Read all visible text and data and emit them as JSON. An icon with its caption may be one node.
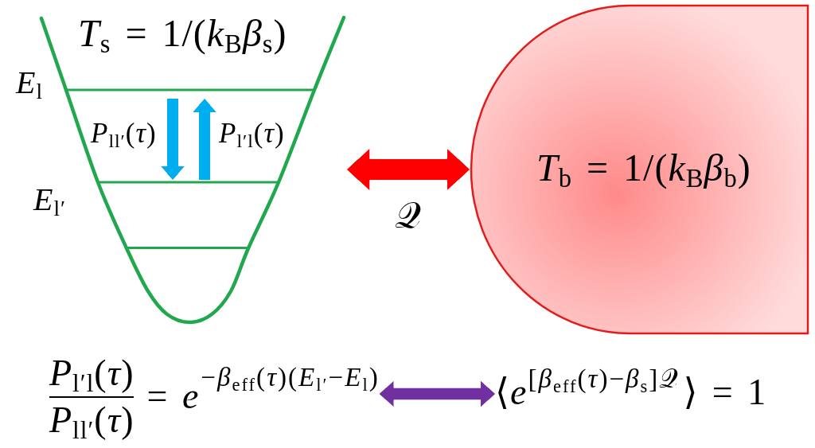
{
  "diagram": {
    "nodes": [
      {
        "text": [
          "*T*$_{s}$ = 1/(*k*$_{B}$*β*$_{s}$)"
        ]
      },
      {
        "text": [
          "*E*$_{l}$"
        ],
        "in": 0
      },
      {
        "text": [
          "*E*$_{l′}$"
        ],
        "in": 0
      },
      {
        "text": [],
        "shape": "bar",
        "in": 0
      },
      {
        "text": [
          "*T*$_{b}$ = 1/(*k*$_{B}$*β*$_{b}$)"
        ]
      },
      {
        "text": [
          "*P*$_{l′l}$(*τ*)",
          "*P*$_{ll′}$(*τ*)",
          "= *e*",
          "−*β*$_{eff}$(*τ*)(*E*$_{l′}$−*E*$_{l}$)"
        ]
      },
      {
        "text": [
          "⟨*e*",
          "[*β*$_{eff}$(*τ*)−*β*$_{s}$]𝒬",
          "⟩ = 1"
        ]
      }
    ],
    "edges": [
      {
        "from": 1,
        "to": 2,
        "arrow": "to",
        "label": "*P*$_{ll′}$(*τ*)"
      },
      {
        "from": 2,
        "to": 1,
        "arrow": "to",
        "label": "*P*$_{l′l}$(*τ*)"
      },
      {
        "from": 0,
        "to": 4,
        "arrow": "both",
        "label": "𝒬",
        "style": "thick",
        "color": "#ff0000"
      },
      {
        "from": 5,
        "to": 6,
        "arrow": "both",
        "color": "#7030a0"
      }
    ]
  }
}
